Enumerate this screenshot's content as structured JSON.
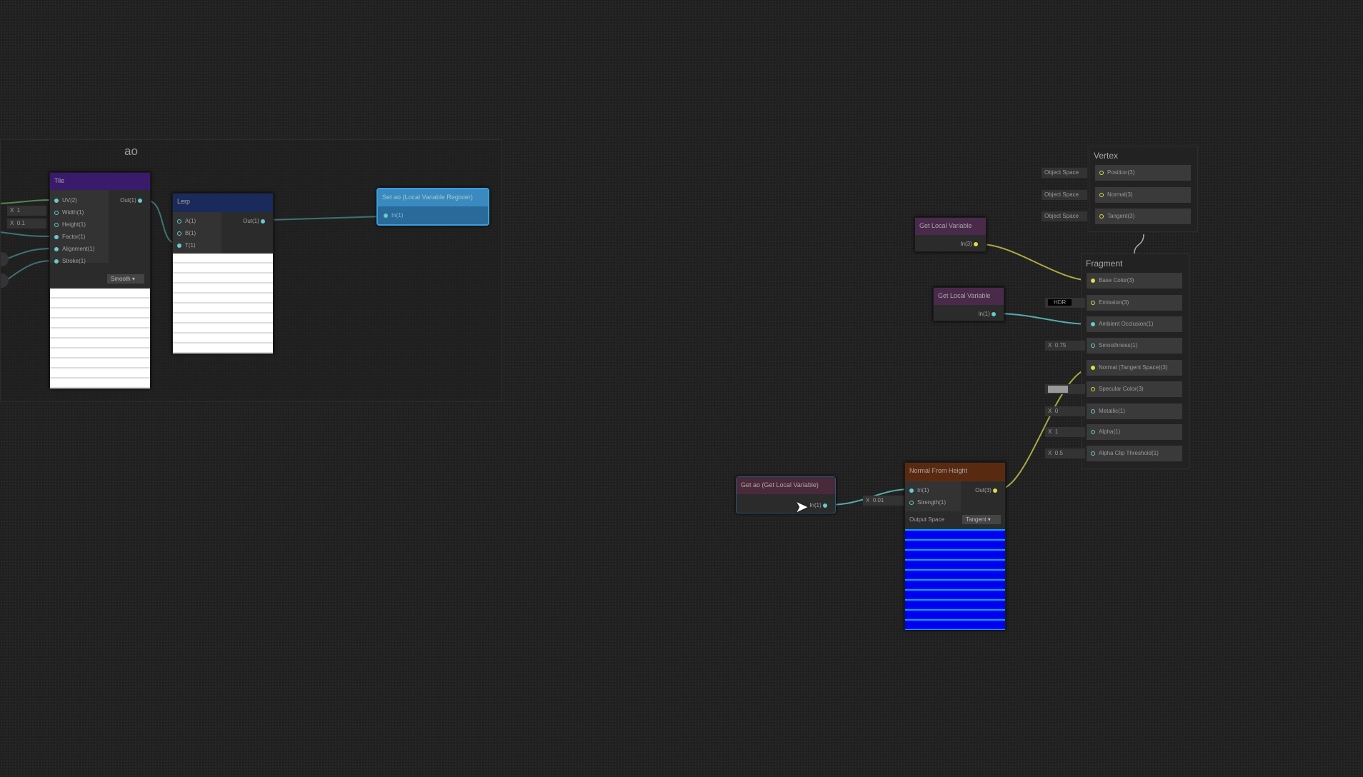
{
  "group": {
    "title": "ao"
  },
  "tile": {
    "title": "Tile",
    "inputs": [
      "UV(2)",
      "Width(1)",
      "Height(1)",
      "Factor(1)",
      "Alignment(1)",
      "Stroke(1)"
    ],
    "output": "Out(1)",
    "mode": "Smooth",
    "width_value": "1",
    "height_value": "0.1",
    "x_label": "X"
  },
  "lerp": {
    "title": "Lerp",
    "inputs": [
      "A(1)",
      "B(1)",
      "T(1)"
    ],
    "output": "Out(1)"
  },
  "set_ao": {
    "title": "Set ao (Local Variable Register)",
    "input": "In(1)"
  },
  "get_local_1": {
    "title": "Get Local Variable",
    "output": "In(3)"
  },
  "get_local_2": {
    "title": "Get Local Variable",
    "output": "In(1)"
  },
  "get_ao": {
    "title": "Get ao (Get Local Variable)",
    "output": "In(1)"
  },
  "nfh": {
    "title": "Normal From Height",
    "inputs": [
      "In(1)",
      "Strength(1)"
    ],
    "output": "Out(3)",
    "output_space_label": "Output Space",
    "output_space": "Tangent",
    "strength_value": "0.01",
    "x_label": "X"
  },
  "vertex": {
    "title": "Vertex",
    "rows": [
      {
        "label": "Position(3)",
        "field": "Object Space"
      },
      {
        "label": "Normal(3)",
        "field": "Object Space"
      },
      {
        "label": "Tangent(3)",
        "field": "Object Space"
      }
    ]
  },
  "fragment": {
    "title": "Fragment",
    "rows": [
      {
        "label": "Base Color(3)",
        "field": ""
      },
      {
        "label": "Emission(3)",
        "field": "HDR"
      },
      {
        "label": "Ambient Occlusion(1)",
        "field": ""
      },
      {
        "label": "Smoothness(1)",
        "field": "0.75"
      },
      {
        "label": "Normal (Tangent Space)(3)",
        "field": ""
      },
      {
        "label": "Specular Color(3)",
        "field": ""
      },
      {
        "label": "Metallic(1)",
        "field": "0"
      },
      {
        "label": "Alpha(1)",
        "field": "1"
      },
      {
        "label": "Alpha Clip Threshold(1)",
        "field": "0.5"
      }
    ],
    "x_label": "X"
  },
  "colors": {
    "tile_header": "#3a1a6a",
    "lerp_header": "#1a2a5a",
    "local_var_header": "#4a2a4a",
    "nfh_header": "#5a2a10",
    "selected": "#3aa0e0"
  }
}
